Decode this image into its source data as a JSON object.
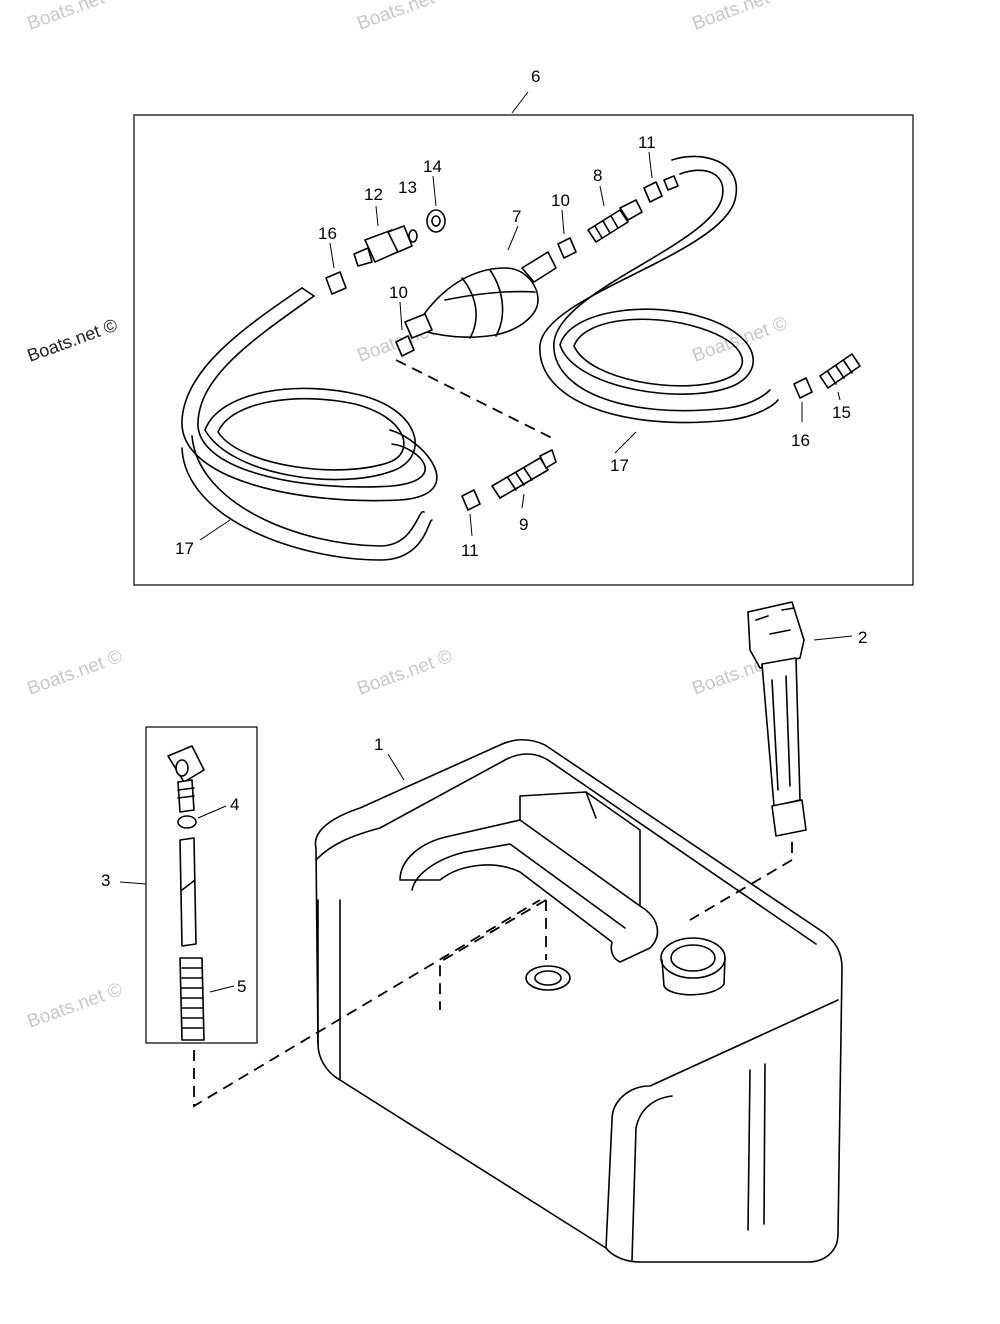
{
  "watermark": {
    "text": "Boats.net ©",
    "side_text": "Boats.net ©",
    "color": "#c8c8c8"
  },
  "callouts": {
    "c1": "1",
    "c2": "2",
    "c3": "3",
    "c4": "4",
    "c5": "5",
    "c6": "6",
    "c7": "7",
    "c8": "8",
    "c9": "9",
    "c10a": "10",
    "c10b": "10",
    "c11a": "11",
    "c11b": "11",
    "c12": "12",
    "c13": "13",
    "c14": "14",
    "c15": "15",
    "c16a": "16",
    "c16b": "16",
    "c17a": "17",
    "c17b": "17"
  },
  "parts": [
    {
      "id": "1",
      "icon": "fuel-tank-icon"
    },
    {
      "id": "2",
      "icon": "fuel-gauge-icon"
    },
    {
      "id": "3",
      "icon": "pickup-tube-assembly-icon"
    },
    {
      "id": "4",
      "icon": "o-ring-icon"
    },
    {
      "id": "5",
      "icon": "filter-screen-icon"
    },
    {
      "id": "6",
      "icon": "fuel-line-assembly-icon"
    },
    {
      "id": "7",
      "icon": "primer-bulb-icon"
    },
    {
      "id": "8",
      "icon": "connector-fitting-icon"
    },
    {
      "id": "9",
      "icon": "tank-fitting-icon"
    },
    {
      "id": "10",
      "icon": "clamp-icon"
    },
    {
      "id": "11",
      "icon": "clamp-icon"
    },
    {
      "id": "12",
      "icon": "engine-connector-icon"
    },
    {
      "id": "13",
      "icon": "o-ring-icon"
    },
    {
      "id": "14",
      "icon": "washer-icon"
    },
    {
      "id": "15",
      "icon": "hose-fitting-icon"
    },
    {
      "id": "16",
      "icon": "clamp-icon"
    },
    {
      "id": "17",
      "icon": "fuel-hose-icon"
    }
  ]
}
